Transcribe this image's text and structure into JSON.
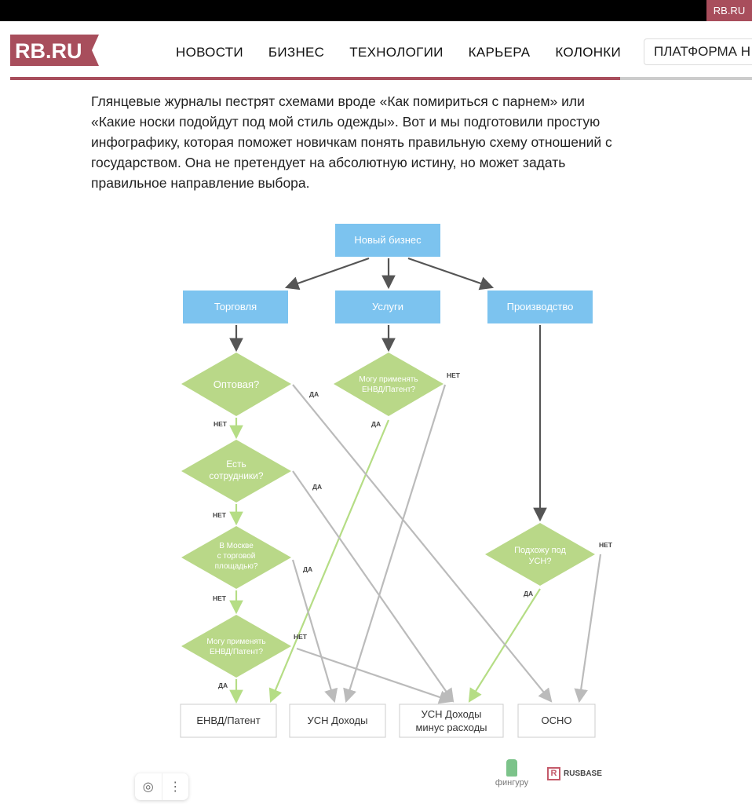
{
  "topbar": {
    "badge": "RB.RU"
  },
  "logo": {
    "text": "RB.RU"
  },
  "nav": {
    "items": [
      "НОВОСТИ",
      "БИЗНЕС",
      "ТЕХНОЛОГИИ",
      "КАРЬЕРА",
      "КОЛОНКИ"
    ],
    "platform": "ПЛАТФОРМА Н"
  },
  "article": {
    "lines": [
      "Глянцевые журналы пестрят схемами вроде «Как помириться с парнем» или",
      "«Какие носки подойдут под мой стиль одежды». Вот и мы подготовили простую",
      "инфографику, которая поможет новичкам понять правильную схему отношений с",
      "государством. Она не претендует на абсолютную истину, но может задать",
      "правильное направление выбора."
    ]
  },
  "diagram": {
    "root": "Новый бизнес",
    "categories": [
      "Торговля",
      "Услуги",
      "Производство"
    ],
    "questions": {
      "wholesale": "Оптовая?",
      "employees": [
        "Есть",
        "сотрудники?"
      ],
      "moscow": [
        "В Москве",
        "с торговой",
        "площадью?"
      ],
      "envd_trade": [
        "Могу применять",
        "ЕНВД/Патент?"
      ],
      "envd_services": [
        "Могу применять",
        "ЕНВД/Патент?"
      ],
      "usn": [
        "Подхожу под",
        "УСН?"
      ]
    },
    "yes": "ДА",
    "no": "НЕТ",
    "results": {
      "envd": "ЕНВД/Патент",
      "usn_income": "УСН Доходы",
      "usn_expenses": [
        "УСН Доходы",
        "минус расходы"
      ],
      "osno": "ОСНО"
    },
    "colors": {
      "box": "#7cc3ef",
      "diamond": "#b9d888",
      "green_line": "#b5dd85",
      "grey_line": "#bbbbbb",
      "dark_line": "#555555"
    }
  },
  "credits": {
    "finguru": "фингуру",
    "rusbase": "RUSBASE"
  }
}
